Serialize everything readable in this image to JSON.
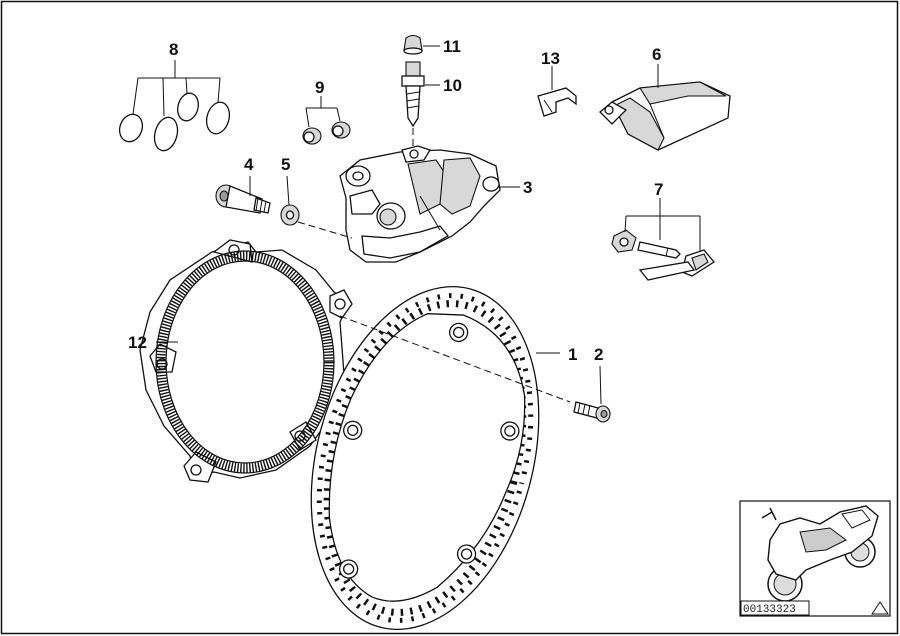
{
  "diagram": {
    "callouts": [
      {
        "id": "c1",
        "label": "1"
      },
      {
        "id": "c2",
        "label": "2"
      },
      {
        "id": "c3",
        "label": "3"
      },
      {
        "id": "c4",
        "label": "4"
      },
      {
        "id": "c5",
        "label": "5"
      },
      {
        "id": "c6",
        "label": "6"
      },
      {
        "id": "c7",
        "label": "7"
      },
      {
        "id": "c8",
        "label": "8"
      },
      {
        "id": "c9",
        "label": "9"
      },
      {
        "id": "c10",
        "label": "10"
      },
      {
        "id": "c11",
        "label": "11"
      },
      {
        "id": "c12",
        "label": "12"
      },
      {
        "id": "c13",
        "label": "13"
      }
    ],
    "reference_number": "00133323",
    "thumbnail_icon": "motorcycle-silhouette-icon",
    "corner_mark_icon": "triangle-icon",
    "colors": {
      "ink": "#111111",
      "background": "#ffffff",
      "shade": "#d8d8d8"
    }
  }
}
